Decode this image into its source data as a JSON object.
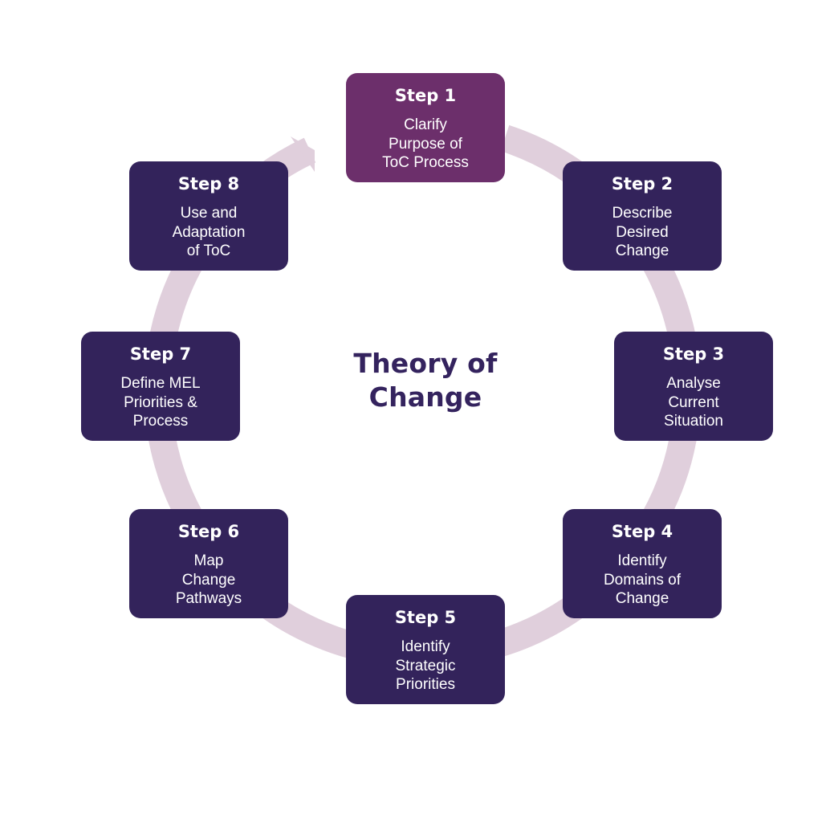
{
  "title_lines": [
    "Theory of",
    "Change"
  ],
  "colors": {
    "ring": "#e0cfdc",
    "box": "#33235b",
    "highlight_box": "#6c2f6b",
    "title": "#34235e"
  },
  "steps": [
    {
      "label": "Step 1",
      "lines": [
        "Clarify",
        "Purpose of",
        "ToC Process"
      ],
      "highlight": true
    },
    {
      "label": "Step 2",
      "lines": [
        "Describe",
        "Desired",
        "Change"
      ]
    },
    {
      "label": "Step 3",
      "lines": [
        "Analyse",
        "Current",
        "Situation"
      ]
    },
    {
      "label": "Step 4",
      "lines": [
        "Identify",
        "Domains of",
        "Change"
      ]
    },
    {
      "label": "Step 5",
      "lines": [
        "Identify",
        "Strategic",
        "Priorities"
      ]
    },
    {
      "label": "Step 6",
      "lines": [
        "Map",
        "Change",
        "Pathways"
      ]
    },
    {
      "label": "Step 7",
      "lines": [
        "Define MEL",
        "Priorities &",
        "Process"
      ]
    },
    {
      "label": "Step 8",
      "lines": [
        "Use and",
        "Adaptation",
        "of ToC"
      ]
    }
  ]
}
